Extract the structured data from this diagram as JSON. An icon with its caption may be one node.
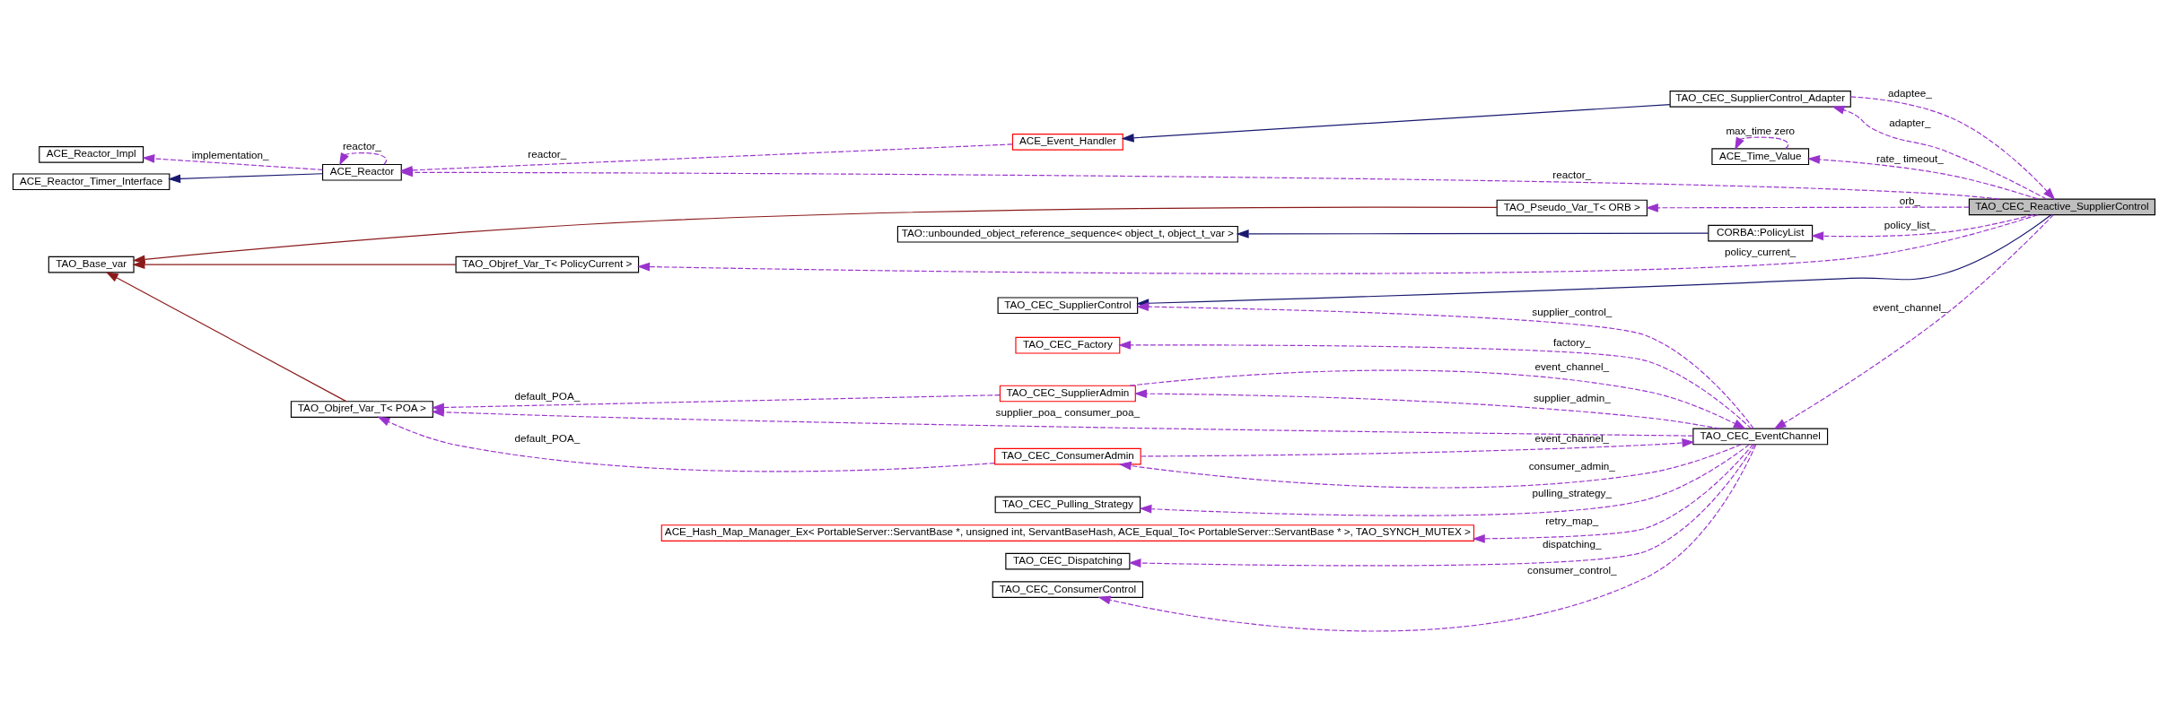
{
  "diagram": {
    "nodes": [
      {
        "text": [
          "TAO_Base_var"
        ]
      },
      {
        "text": [
          "ACE_Reactor_Impl"
        ]
      },
      {
        "text": [
          "ACE_Reactor_Timer_Interface"
        ]
      },
      {
        "text": [
          "ACE_Reactor"
        ]
      },
      {
        "text": [
          "ACE_Event_Handler"
        ]
      },
      {
        "text": [
          "ACE_Time_Value"
        ]
      },
      {
        "text": [
          "TAO_Pseudo_Var_T< ORB >"
        ]
      },
      {
        "text": [
          "TAO_Objref_Var_T< PolicyCurrent >"
        ]
      },
      {
        "text": [
          "TAO::unbounded_object_reference_sequence< object_t, object_t_var >"
        ]
      },
      {
        "text": [
          "CORBA::PolicyList"
        ]
      },
      {
        "text": [
          "TAO_CEC_SupplierControl"
        ]
      },
      {
        "text": [
          "TAO_CEC_Pulling_Strategy"
        ]
      },
      {
        "text": [
          "ACE_Hash_Map_Manager_Ex< PortableServer::ServantBase *, unsigned int, ServantBaseHash, ACE_Equal_To< PortableServer::ServantBase * >, TAO_SYNCH_MUTEX >"
        ]
      },
      {
        "text": [
          "TAO_CEC_Dispatching"
        ]
      },
      {
        "text": [
          "TAO_CEC_ConsumerControl"
        ]
      },
      {
        "text": [
          "TAO_CEC_Factory"
        ]
      },
      {
        "text": [
          "TAO_Objref_Var_T< POA >"
        ]
      },
      {
        "text": [
          "TAO_CEC_Reactive_SupplierControl"
        ]
      },
      {
        "text": [
          "TAO_CEC_SupplierControl_Adapter"
        ]
      },
      {
        "text": [
          "TAO_CEC_EventChannel"
        ]
      },
      {
        "text": [
          "TAO_CEC_ConsumerAdmin"
        ]
      },
      {
        "text": [
          "TAO_CEC_SupplierAdmin"
        ]
      }
    ],
    "edges": [
      {
        "from": 3,
        "to": 1,
        "arrow": "to",
        "label": "implementation_",
        "style": "dashed"
      },
      {
        "from": 3,
        "to": 2,
        "arrow": "to",
        "color": "#191970"
      },
      {
        "from": 3,
        "to": 3,
        "arrow": "to",
        "label": "reactor_",
        "style": "dashed"
      },
      {
        "from": 4,
        "to": 3,
        "arrow": "to",
        "label": "reactor_",
        "style": "dashed"
      },
      {
        "from": 5,
        "to": 5,
        "arrow": "to",
        "label": "max_time zero",
        "style": "dashed"
      },
      {
        "from": 6,
        "to": 0,
        "arrow": "to",
        "color": "#8b1a1a"
      },
      {
        "from": 7,
        "to": 0,
        "arrow": "to",
        "color": "#8b1a1a"
      },
      {
        "from": 16,
        "to": 0,
        "arrow": "to",
        "color": "#8b1a1a"
      },
      {
        "from": 9,
        "to": 8,
        "arrow": "to",
        "color": "#191970"
      },
      {
        "from": 17,
        "to": 3,
        "arrow": "to",
        "label": "reactor_",
        "style": "dashed"
      },
      {
        "from": 17,
        "to": 5,
        "arrow": "to",
        "label": "rate_ timeout_",
        "style": "dashed"
      },
      {
        "from": 17,
        "to": 6,
        "arrow": "to",
        "label": "orb_",
        "style": "dashed"
      },
      {
        "from": 17,
        "to": 7,
        "arrow": "to",
        "label": "policy_current_",
        "style": "dashed"
      },
      {
        "from": 17,
        "to": 9,
        "arrow": "to",
        "label": "policy_list_",
        "style": "dashed"
      },
      {
        "from": 17,
        "to": 10,
        "arrow": "to",
        "color": "#191970"
      },
      {
        "from": 18,
        "to": 4,
        "arrow": "to",
        "color": "#191970"
      },
      {
        "from": 18,
        "to": 17,
        "arrow": "to",
        "label": "adaptee_",
        "style": "dashed"
      },
      {
        "from": 17,
        "to": 18,
        "arrow": "to",
        "label": "adapter_",
        "style": "dashed"
      },
      {
        "from": 17,
        "to": 19,
        "arrow": "to",
        "label": "event_channel_",
        "style": "dashed"
      },
      {
        "from": 19,
        "to": 10,
        "arrow": "to",
        "label": "supplier_control_",
        "style": "dashed"
      },
      {
        "from": 19,
        "to": 11,
        "arrow": "to",
        "label": "pulling_strategy_",
        "style": "dashed"
      },
      {
        "from": 19,
        "to": 12,
        "arrow": "to",
        "label": "retry_map_",
        "style": "dashed"
      },
      {
        "from": 19,
        "to": 13,
        "arrow": "to",
        "label": "dispatching_",
        "style": "dashed"
      },
      {
        "from": 19,
        "to": 14,
        "arrow": "to",
        "label": "consumer_control_",
        "style": "dashed"
      },
      {
        "from": 19,
        "to": 15,
        "arrow": "to",
        "label": "factory_",
        "style": "dashed"
      },
      {
        "from": 19,
        "to": 16,
        "arrow": "to",
        "label": "supplier_poa_ consumer_poa_",
        "style": "dashed"
      },
      {
        "from": 19,
        "to": 20,
        "arrow": "to",
        "label": "consumer_admin_",
        "style": "dashed"
      },
      {
        "from": 19,
        "to": 21,
        "arrow": "to",
        "label": "supplier_admin_",
        "style": "dashed"
      },
      {
        "from": 20,
        "to": 19,
        "arrow": "to",
        "label": "event_channel_",
        "style": "dashed"
      },
      {
        "from": 21,
        "to": 19,
        "arrow": "to",
        "label": "event_channel_",
        "style": "dashed"
      },
      {
        "from": 20,
        "to": 16,
        "arrow": "to",
        "label": "default_POA_",
        "style": "dashed"
      },
      {
        "from": 21,
        "to": 16,
        "arrow": "to",
        "label": "default_POA_",
        "style": "dashed"
      }
    ]
  }
}
